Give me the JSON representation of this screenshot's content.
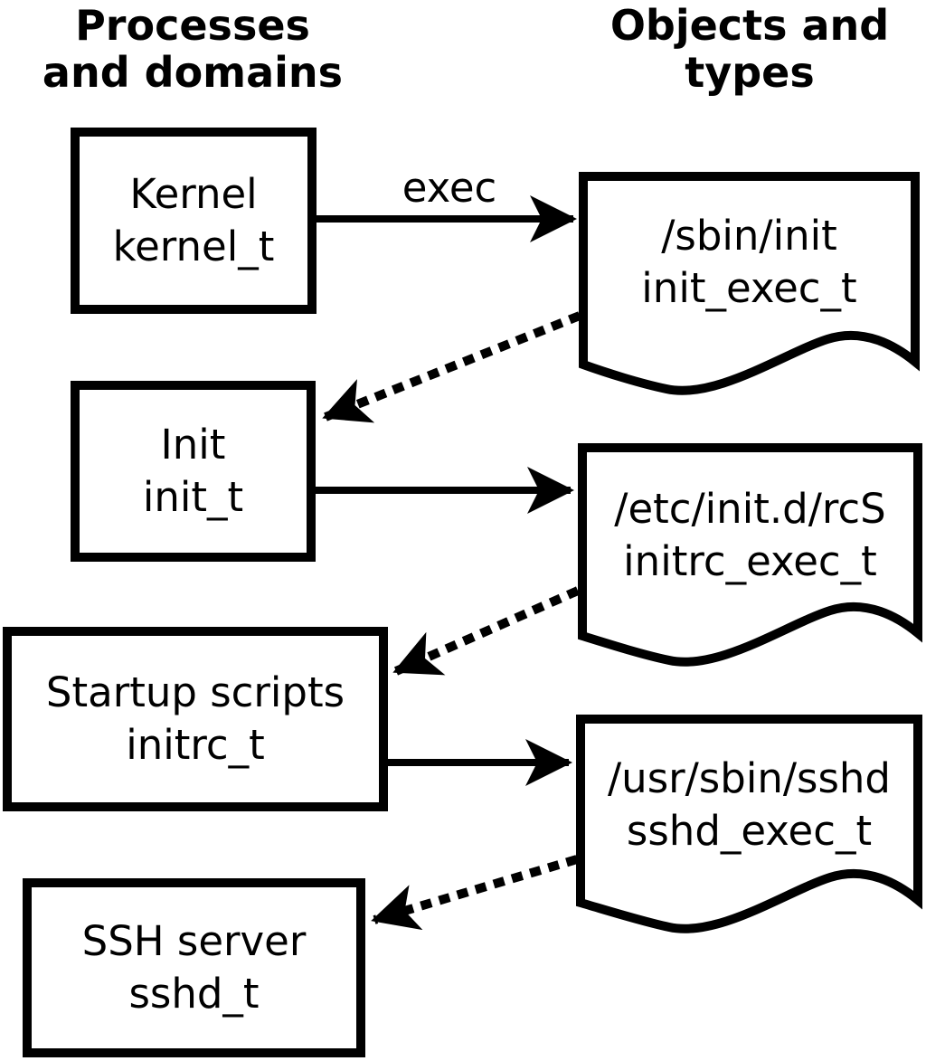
{
  "headers": {
    "left": "Processes\nand domains",
    "right": "Objects and\ntypes"
  },
  "nodes": {
    "kernel": {
      "name": "Kernel",
      "type": "kernel_t"
    },
    "init": {
      "name": "Init",
      "type": "init_t"
    },
    "startup": {
      "name": "Startup scripts",
      "type": "initrc_t"
    },
    "ssh": {
      "name": "SSH server",
      "type": "sshd_t"
    },
    "doc_init": {
      "path": "/sbin/init",
      "type": "init_exec_t"
    },
    "doc_rcs": {
      "path": "/etc/init.d/rcS",
      "type": "initrc_exec_t"
    },
    "doc_sshd": {
      "path": "/usr/sbin/sshd",
      "type": "sshd_exec_t"
    }
  },
  "edges": {
    "exec_label": "exec"
  },
  "colors": {
    "line": "#000000",
    "background": "#ffffff"
  }
}
